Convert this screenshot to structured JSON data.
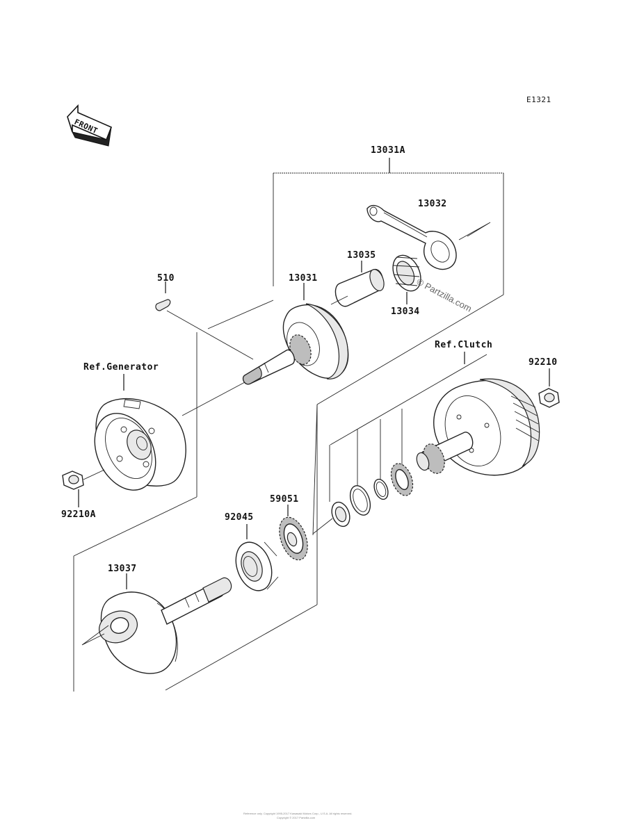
{
  "diagram": {
    "code": "E1321",
    "front_label": "FRONT",
    "watermark": "© Partzilla.com",
    "footer_line1": "Reference only. Copyright 1995-2017 Kawasaki Motors Corp., U.S.A. All rights reserved.",
    "footer_line2": "Copyright © 2017 Partzilla.com",
    "labels": {
      "p13031A": "13031A",
      "p13032": "13032",
      "p13035": "13035",
      "p13034": "13034",
      "p510": "510",
      "p13031": "13031",
      "ref_generator": "Ref.Generator",
      "ref_clutch": "Ref.Clutch",
      "p92210": "92210",
      "p92210A": "92210A",
      "p59051": "59051",
      "p92045": "92045",
      "p13037": "13037"
    }
  }
}
